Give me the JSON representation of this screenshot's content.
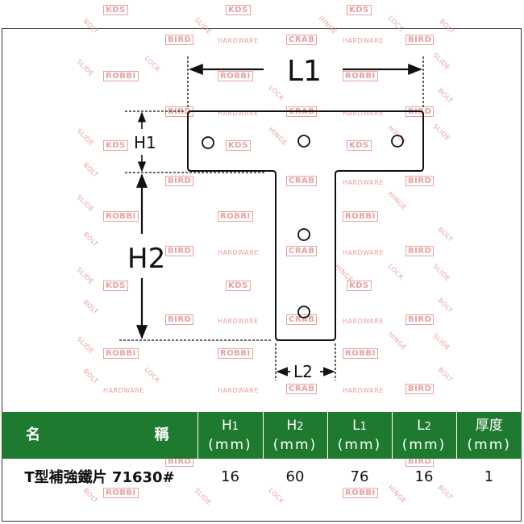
{
  "drawing": {
    "label_l1": "L1",
    "label_h1": "H1",
    "label_h2": "H2",
    "label_l2": "L2"
  },
  "watermark": [
    "KDS",
    "HARDWARE",
    "BIRD",
    "CRAB",
    "ROBBI",
    "SLIDE",
    "HINGE",
    "LOCK",
    "BOLT"
  ],
  "table": {
    "header_name_left": "名",
    "header_name_right": "稱",
    "columns": [
      {
        "main": "H",
        "sub": "1",
        "unit": "(mm)"
      },
      {
        "main": "H",
        "sub": "2",
        "unit": "(mm)"
      },
      {
        "main": "L",
        "sub": "1",
        "unit": "(mm)"
      },
      {
        "main": "L",
        "sub": "2",
        "unit": "(mm)"
      },
      {
        "main": "厚度",
        "sub": "",
        "unit": "(mm)"
      }
    ],
    "row": {
      "name": "T型補強鐵片 71630#",
      "values": [
        "16",
        "60",
        "76",
        "16",
        "1"
      ]
    }
  },
  "colors": {
    "header_bg": "#1e7a2e",
    "watermark": "#e8a0a0"
  }
}
